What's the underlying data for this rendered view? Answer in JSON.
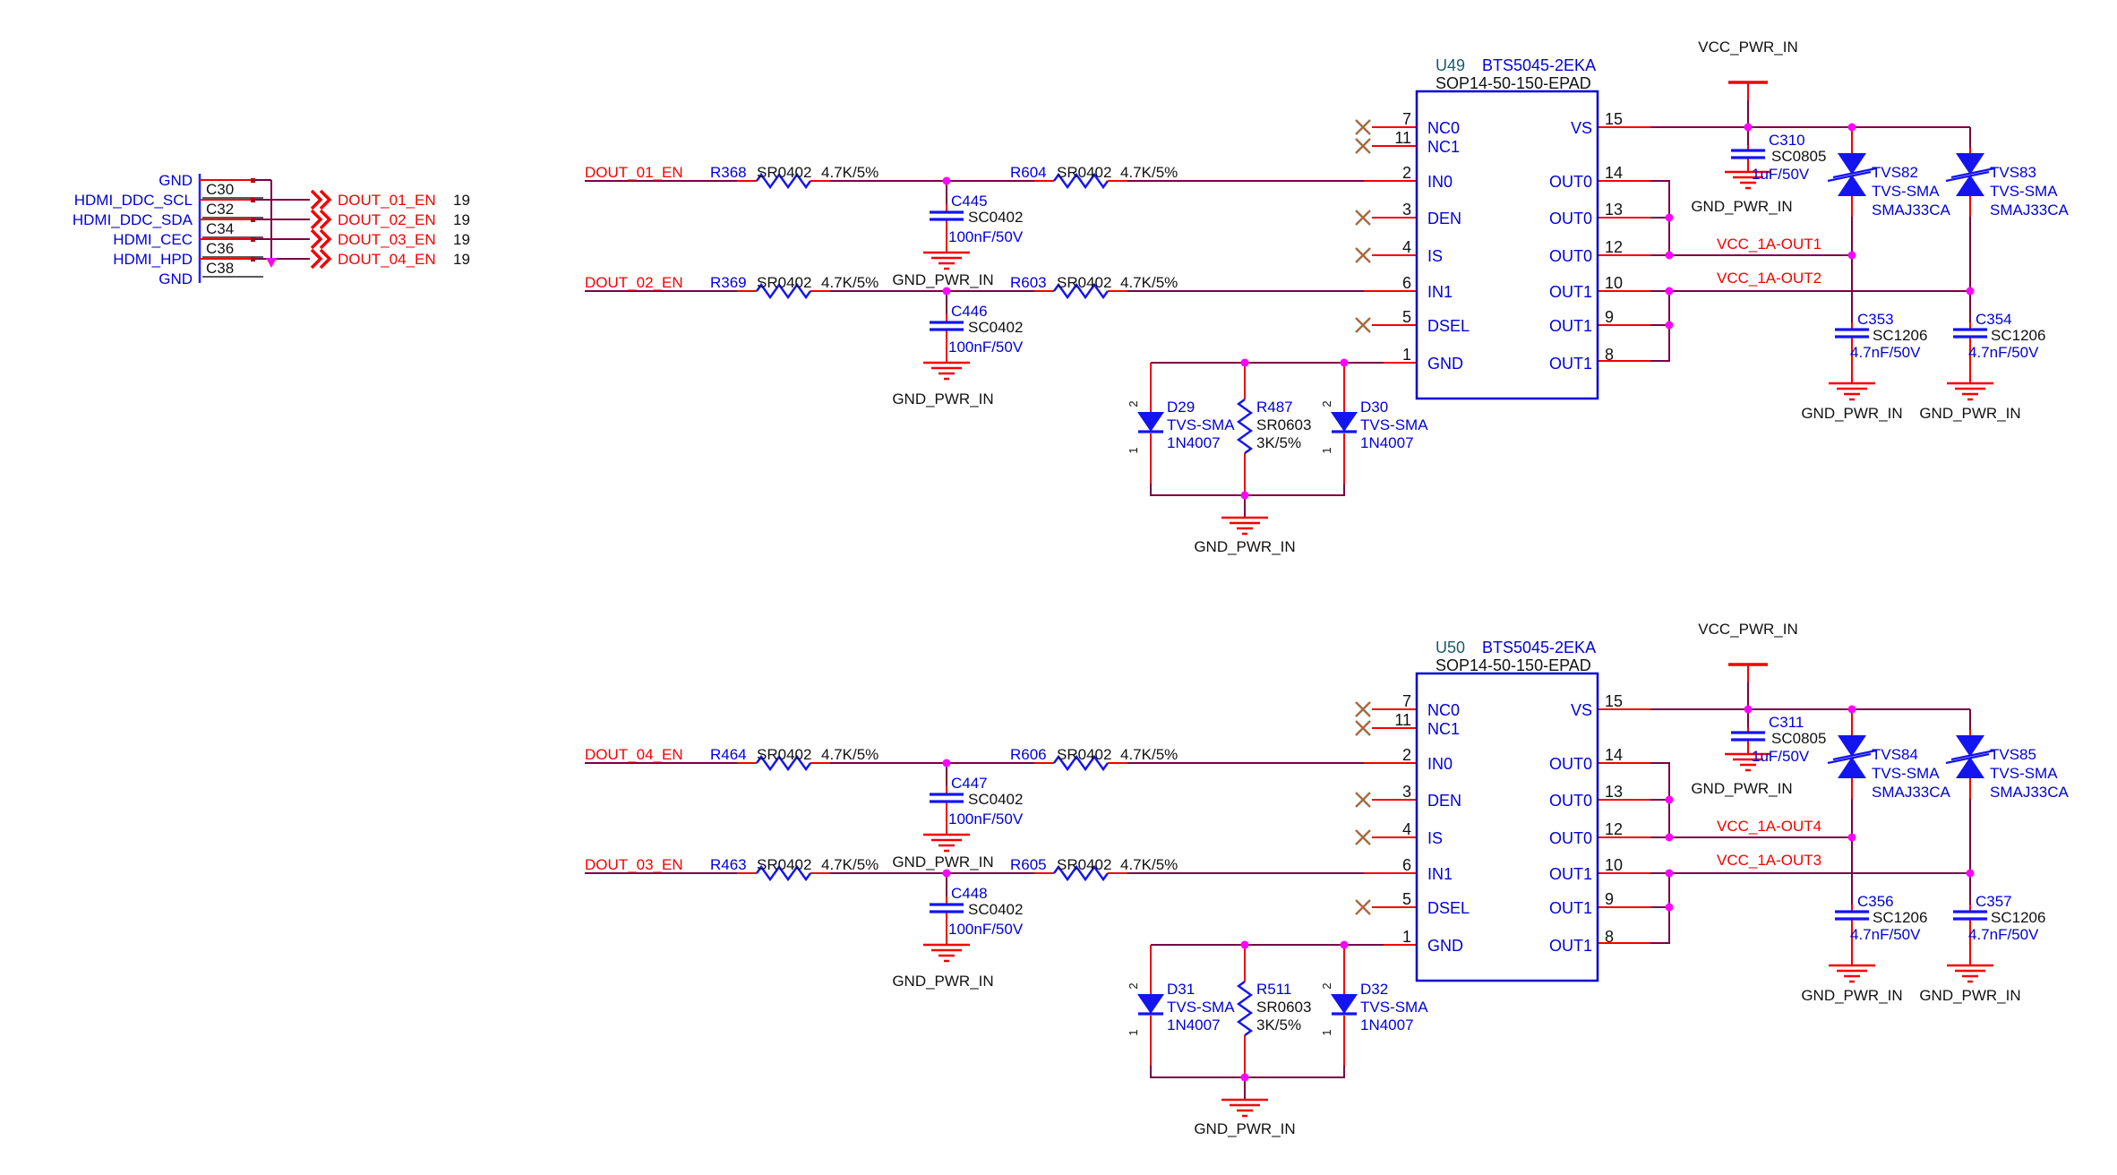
{
  "connector": {
    "nets": [
      "GND",
      "HDMI_DDC_SCL",
      "HDMI_DDC_SDA",
      "HDMI_CEC",
      "HDMI_HPD",
      "GND"
    ],
    "pins": [
      "C30",
      "C32",
      "C34",
      "C36",
      "C38"
    ],
    "offpage": [
      {
        "net": "DOUT_01_EN",
        "page": "19"
      },
      {
        "net": "DOUT_02_EN",
        "page": "19"
      },
      {
        "net": "DOUT_03_EN",
        "page": "19"
      },
      {
        "net": "DOUT_04_EN",
        "page": "19"
      }
    ]
  },
  "shared": {
    "part": "BTS5045-2EKA",
    "ic_pkg": "SOP14-50-150-EPAD",
    "res_pkg": "SR0402",
    "res_val": "4.7K/5%",
    "cap_pkg": "SC0402",
    "cap_val": "100nF/50V",
    "res2_pkg": "SR0603",
    "res2_val": "3K/5%",
    "cap2_pkg": "SC0805",
    "cap2_val": "1uF/50V",
    "cap3_pkg": "SC1206",
    "cap3_val": "4.7nF/50V",
    "tvs_pkg": "TVS-SMA",
    "d_val": "1N4007",
    "tvs_val": "SMAJ33CA",
    "gnd": "GND_PWR_IN",
    "vcc": "VCC_PWR_IN",
    "pin_top": "2",
    "pin_bot": "1",
    "left_pins": [
      {
        "num": "7",
        "name": "NC0"
      },
      {
        "num": "11",
        "name": "NC1"
      },
      {
        "num": "2",
        "name": "IN0"
      },
      {
        "num": "3",
        "name": "DEN"
      },
      {
        "num": "4",
        "name": "IS"
      },
      {
        "num": "6",
        "name": "IN1"
      },
      {
        "num": "5",
        "name": "DSEL"
      },
      {
        "num": "1",
        "name": "GND"
      }
    ],
    "right_pins": [
      {
        "num": "15",
        "name": "VS"
      },
      {
        "num": "14",
        "name": "OUT0"
      },
      {
        "num": "13",
        "name": "OUT0"
      },
      {
        "num": "12",
        "name": "OUT0"
      },
      {
        "num": "10",
        "name": "OUT1"
      },
      {
        "num": "9",
        "name": "OUT1"
      },
      {
        "num": "8",
        "name": "OUT1"
      }
    ],
    "colors": {
      "wire": "#7a0045",
      "pin_red": "#f40000",
      "symbol_blue": "#1414f0",
      "junction": "#ff00ff",
      "no_connect": "#a8693f"
    }
  },
  "sections": [
    {
      "dout_a": "DOUT_01_EN",
      "r_a": "R368",
      "r_b": "R604",
      "c_a": "C445",
      "dout_b": "DOUT_02_EN",
      "r_c": "R369",
      "r_d": "R603",
      "c_b": "C446",
      "u": "U49",
      "d_a": "D29",
      "r_e": "R487",
      "d_b": "D30",
      "c_c": "C310",
      "tvs_a": "TVS82",
      "tvs_b": "TVS83",
      "out_a": "VCC_1A-OUT1",
      "out_b": "VCC_1A-OUT2",
      "c_d": "C353",
      "c_e": "C354"
    },
    {
      "dout_a": "DOUT_04_EN",
      "r_a": "R464",
      "r_b": "R606",
      "c_a": "C447",
      "dout_b": "DOUT_03_EN",
      "r_c": "R463",
      "r_d": "R605",
      "c_b": "C448",
      "u": "U50",
      "d_a": "D31",
      "r_e": "R511",
      "d_b": "D32",
      "c_c": "C311",
      "tvs_a": "TVS84",
      "tvs_b": "TVS85",
      "out_a": "VCC_1A-OUT4",
      "out_b": "VCC_1A-OUT3",
      "c_d": "C356",
      "c_e": "C357"
    }
  ]
}
